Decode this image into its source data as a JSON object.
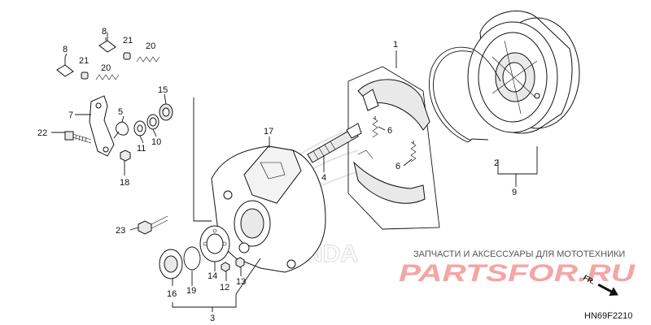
{
  "labels": {
    "l1": "1",
    "l2": "2",
    "l3": "3",
    "l4": "4",
    "l5": "5",
    "l6a": "6",
    "l6b": "6",
    "l7": "7",
    "l8a": "8",
    "l8b": "8",
    "l9": "9",
    "l10": "10",
    "l11": "11",
    "l12": "12",
    "l13": "13",
    "l14": "14",
    "l15": "15",
    "l16": "16",
    "l17": "17",
    "l18": "18",
    "l19": "19",
    "l20a": "20",
    "l20b": "20",
    "l21a": "21",
    "l21b": "21",
    "l22": "22",
    "l23": "23"
  },
  "watermark": {
    "tagline": "ЗАПЧАСТИ И АКСЕССУАРЫ ДЛЯ МОТОТЕХНИКИ",
    "brand": "PARTSFOR.RU"
  },
  "front_arrow": "FR.",
  "diagram_code": "HN69F2210",
  "colors": {
    "watermark": "#f4a5a5",
    "line": "#111111"
  }
}
